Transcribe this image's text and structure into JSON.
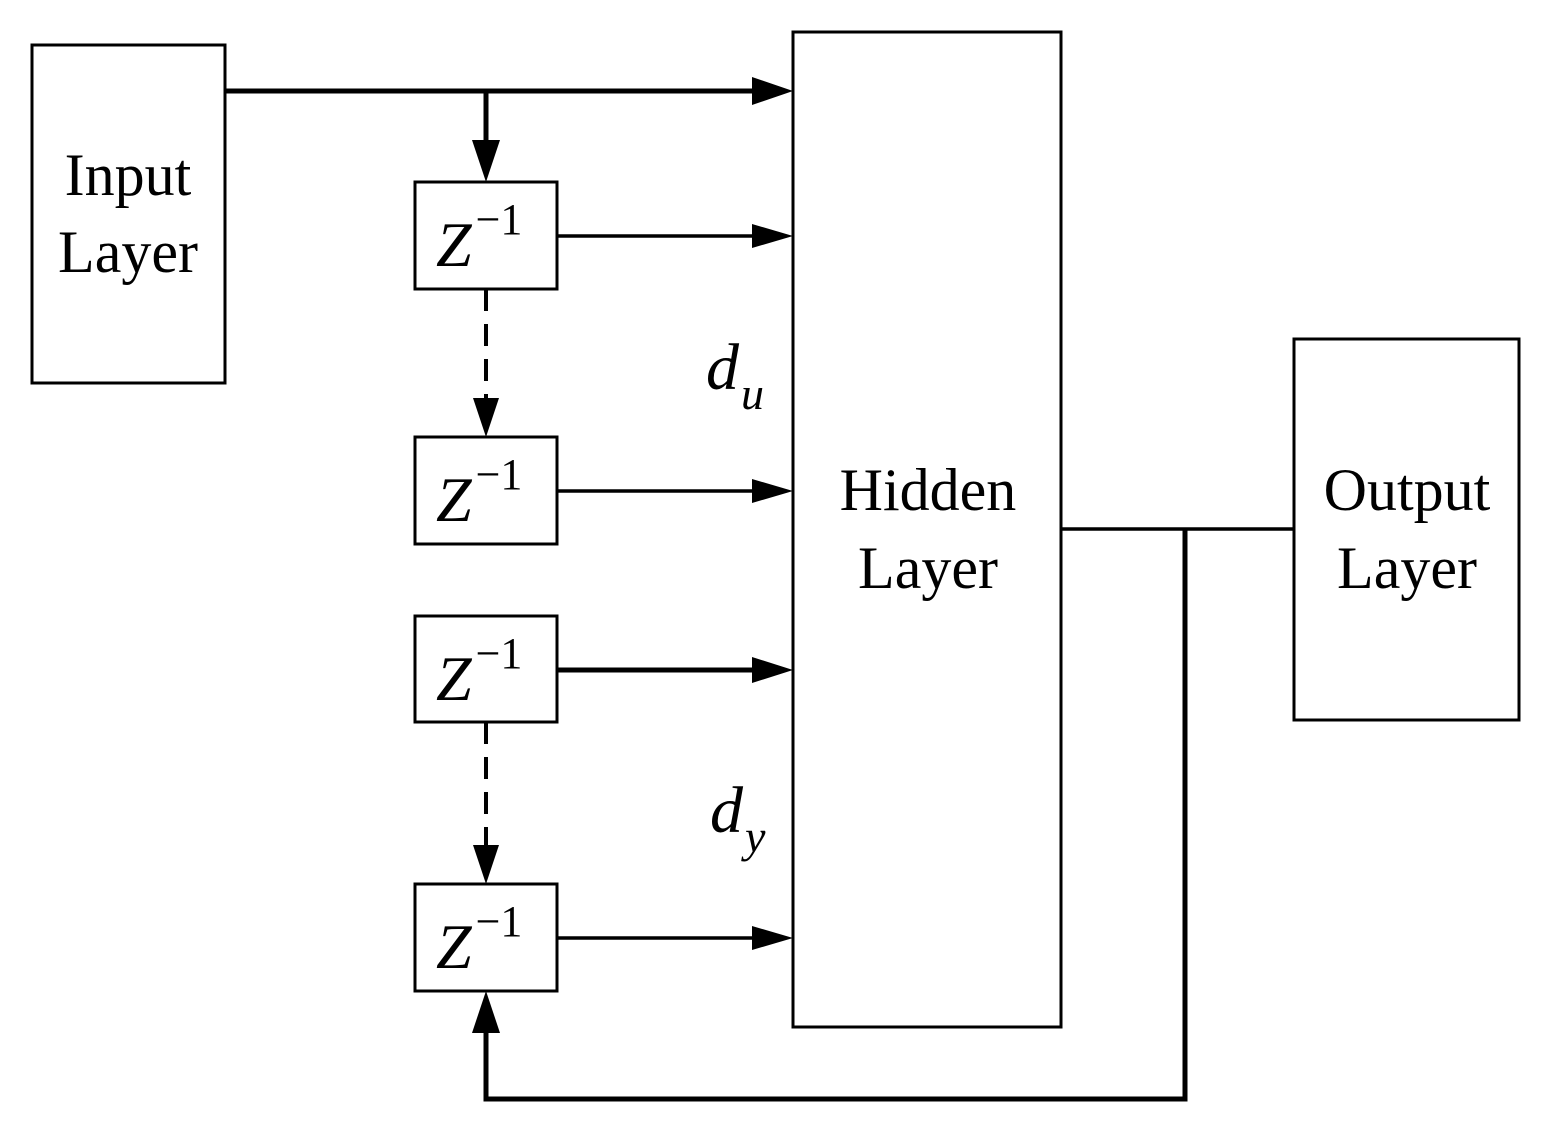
{
  "input_layer": {
    "line1": "Input",
    "line2": "Layer"
  },
  "hidden_layer": {
    "line1": "Hidden",
    "line2": "Layer"
  },
  "output_layer": {
    "line1": "Output",
    "line2": "Layer"
  },
  "delay_block": {
    "symbol": "Z",
    "exponent": "−1"
  },
  "labels": {
    "du": {
      "base": "d",
      "sub": "u"
    },
    "dy": {
      "base": "d",
      "sub": "y"
    }
  }
}
